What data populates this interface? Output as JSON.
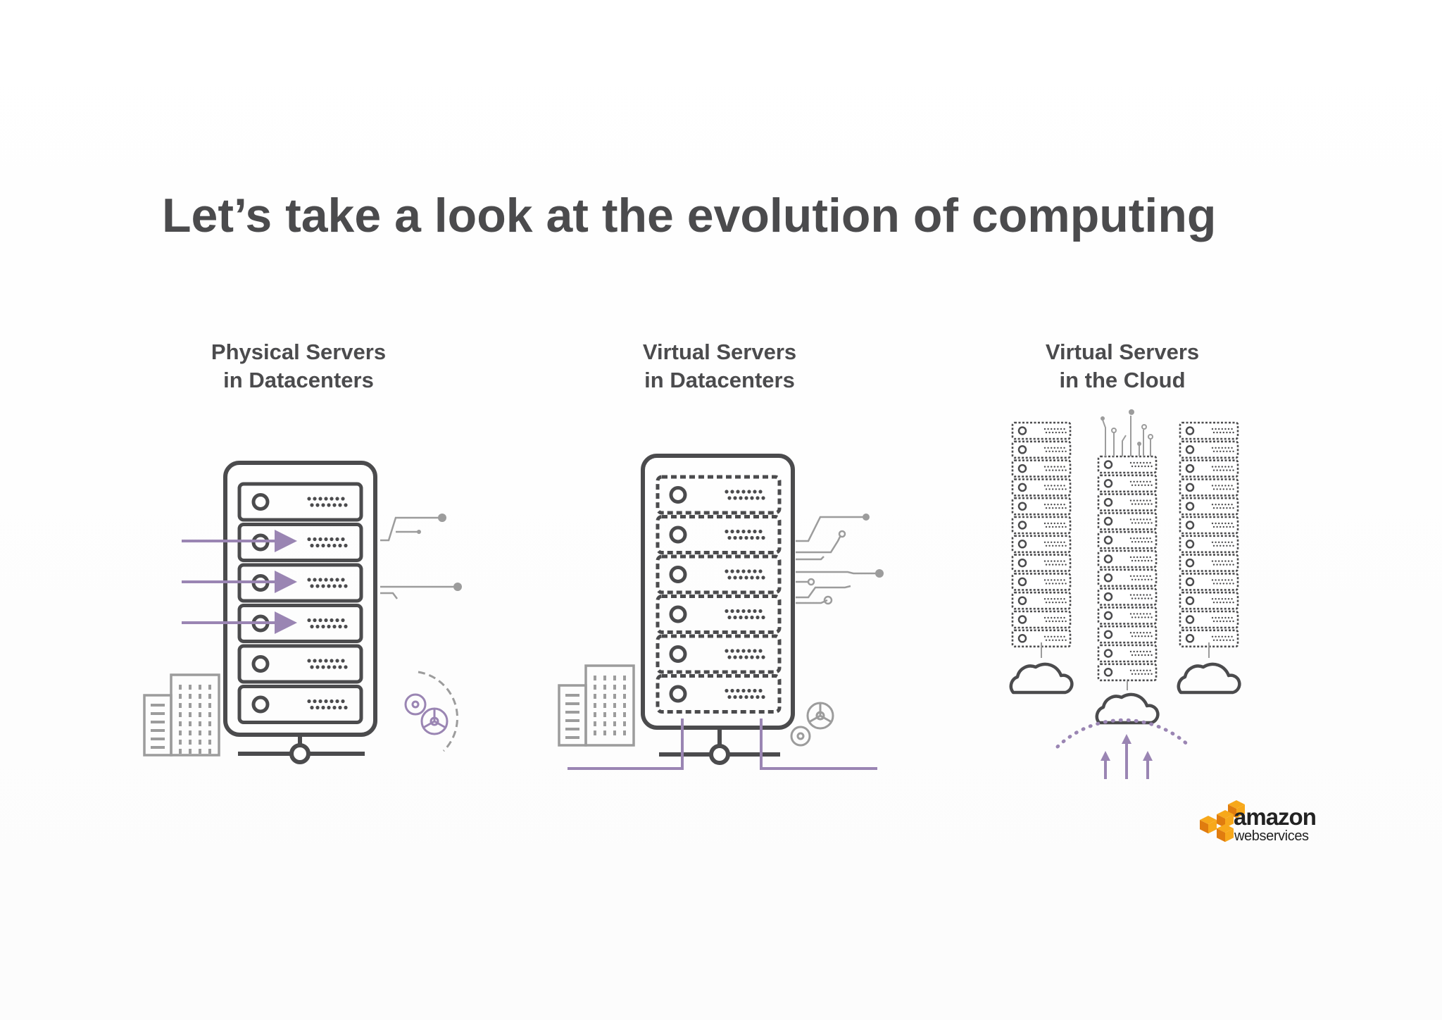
{
  "slide": {
    "title": "Let’s take a look at the evolution of computing",
    "panels": [
      {
        "id": "physical",
        "caption_line1": "Physical Servers",
        "caption_line2": "in Datacenters"
      },
      {
        "id": "virtual-datacenter",
        "caption_line1": "Virtual Servers",
        "caption_line2": "in Datacenters"
      },
      {
        "id": "virtual-cloud",
        "caption_line1": "Virtual Servers",
        "caption_line2": "in the Cloud"
      }
    ]
  },
  "logo": {
    "word": "amazon",
    "sub": "webservices"
  },
  "colors": {
    "ink": "#4b4b4d",
    "accent_purple": "#9a85b3",
    "grey": "#9c9c9c",
    "light_grey": "#b8b8b8",
    "aws_orange": "#f7a81b",
    "aws_orange_dark": "#e07c0f"
  },
  "icons": [
    "physical-server-rack-icon",
    "virtual-server-rack-icon",
    "cloud-server-stack-icon",
    "office-building-icon",
    "gears-icon",
    "circuit-traces-icon",
    "cloud-icon",
    "up-arrow-icon",
    "aws-cube-logo"
  ]
}
